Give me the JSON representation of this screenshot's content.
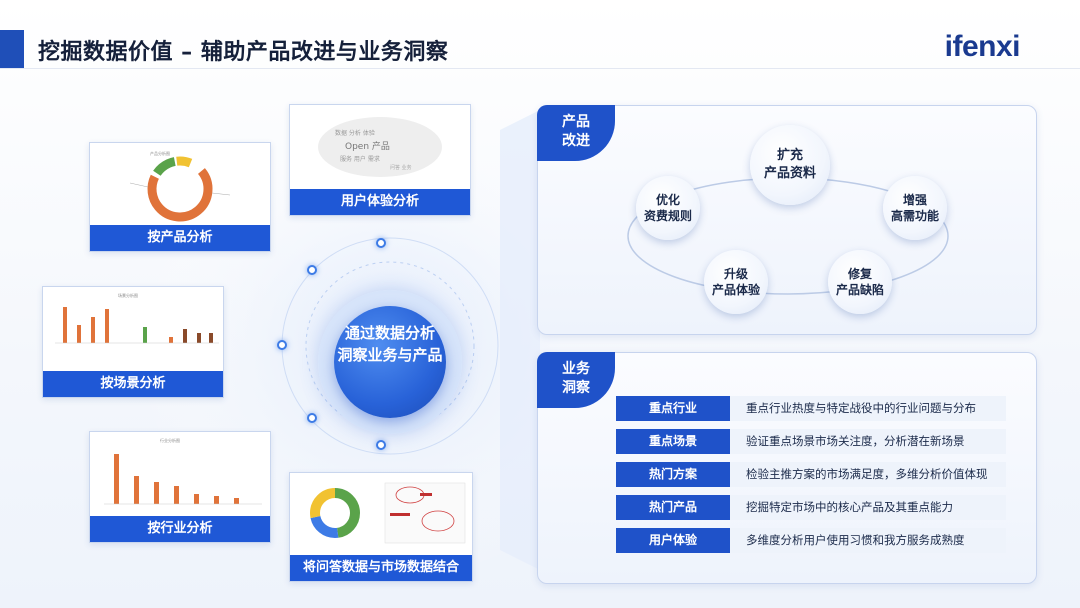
{
  "header": {
    "title": "挖掘数据价值 – 辅助产品改进与业务洞察",
    "logo": "ifenxi"
  },
  "left_cards": {
    "product": "按产品分析",
    "user_experience": "用户体验分析",
    "scenario": "按场景分析",
    "industry": "按行业分析",
    "combine": "将问答数据与市场数据结合"
  },
  "hub": {
    "line1": "通过数据分析",
    "line2": "洞察业务与产品"
  },
  "product_panel": {
    "tag_line1": "产品",
    "tag_line2": "改进",
    "items": [
      {
        "l1": "扩充",
        "l2": "产品资料"
      },
      {
        "l1": "优化",
        "l2": "资费规则"
      },
      {
        "l1": "增强",
        "l2": "高需功能"
      },
      {
        "l1": "升级",
        "l2": "产品体验"
      },
      {
        "l1": "修复",
        "l2": "产品缺陷"
      }
    ]
  },
  "business_panel": {
    "tag_line1": "业务",
    "tag_line2": "洞察",
    "rows": [
      {
        "key": "重点行业",
        "value": "重点行业热度与特定战役中的行业问题与分布"
      },
      {
        "key": "重点场景",
        "value": "验证重点场景市场关注度，分析潜在新场景"
      },
      {
        "key": "热门方案",
        "value": "检验主推方案的市场满足度，多维分析价值体现"
      },
      {
        "key": "热门产品",
        "value": "挖掘特定市场中的核心产品及其重点能力"
      },
      {
        "key": "用户体验",
        "value": "多维度分析用户使用习惯和我方服务成熟度"
      }
    ]
  },
  "colors": {
    "primary": "#1f52c9",
    "accent_orange": "#e0733a",
    "accent_green": "#5aa34a",
    "accent_yellow": "#f1c232"
  }
}
